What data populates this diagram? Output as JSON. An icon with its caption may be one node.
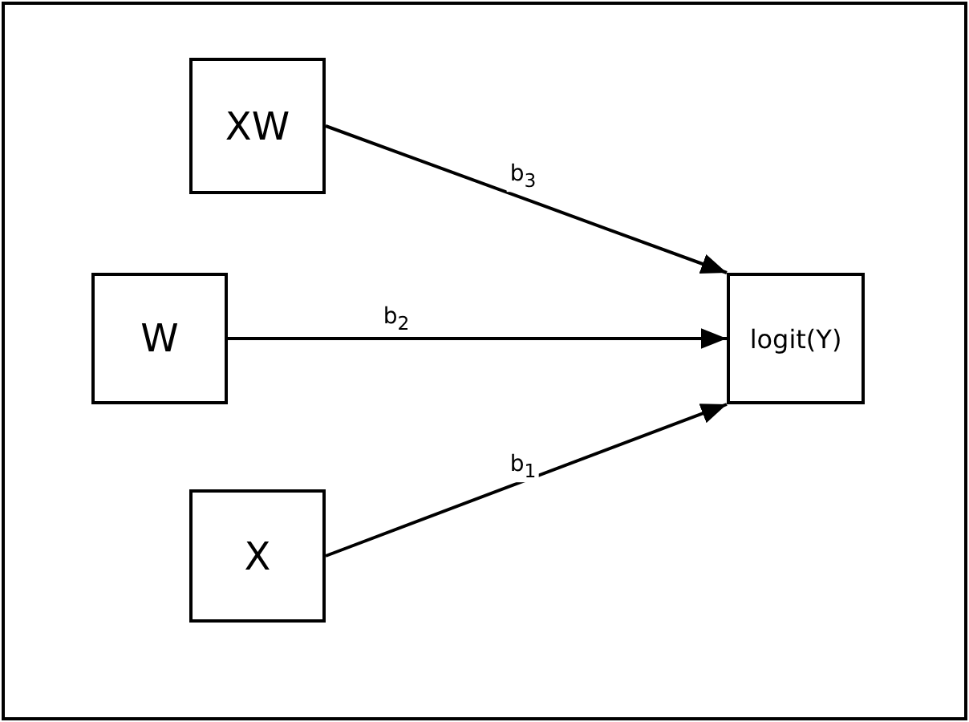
{
  "diagram": {
    "nodes": [
      {
        "text": [
          "XW"
        ]
      },
      {
        "text": [
          "W"
        ]
      },
      {
        "text": [
          "X"
        ]
      },
      {
        "text": [
          "logit(Y)"
        ]
      }
    ],
    "edges": [
      {
        "from": 0,
        "to": 3,
        "arrow": "to",
        "label": "b$_{3}$"
      },
      {
        "from": 1,
        "to": 3,
        "arrow": "to",
        "label": "b$_{2}$"
      },
      {
        "from": 2,
        "to": 3,
        "arrow": "to",
        "label": "b$_{1}$"
      }
    ]
  }
}
